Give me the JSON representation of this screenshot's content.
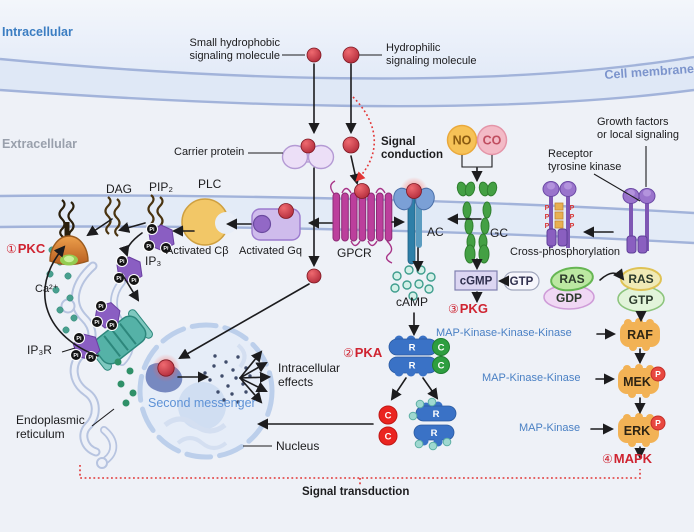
{
  "labels": {
    "intracellular": "Intracellular",
    "extracellular": "Extracellular",
    "cell_membrane": "Cell membrane",
    "small_hydrophobic_line1": "Small hydrophobic",
    "small_hydrophobic_line2": "signaling molecule",
    "hydrophilic_line1": "Hydrophilic",
    "hydrophilic_line2": "signaling molecule",
    "carrier_protein": "Carrier protein",
    "signal_conduction_line1": "Signal",
    "signal_conduction_line2": "conduction",
    "no": "NO",
    "co": "CO",
    "growth_factors_line1": "Growth factors",
    "growth_factors_line2": "or local signaling",
    "receptor_tk_line1": "Receptor",
    "receptor_tk_line2": "tyrosine kinase",
    "cross_phosphorylation": "Cross-phosphorylation",
    "dag": "DAG",
    "pip2": "PIP₂",
    "plc": "PLC",
    "pkc_num": "①",
    "pkc": "PKC",
    "activated_cb": "Activated Cβ",
    "activated_gq": "Activated Gq",
    "gpcr": "GPCR",
    "ac": "AC",
    "gc": "GC",
    "ca": "Ca²⁺",
    "ip3": "IP₃",
    "ip3r": "IP₃R",
    "camp": "cAMP",
    "cgmp": "cGMP",
    "gtp": "GTP",
    "pkg_num": "③",
    "pkg": "PKG",
    "pka_num": "②",
    "pka": "PKA",
    "map_kkk": "MAP-Kinase-Kinase-Kinase",
    "map_kk": "MAP-Kinase-Kinase",
    "map_k": "MAP-Kinase",
    "ras": "RAS",
    "gdp": "GDP",
    "raf": "RAF",
    "mek": "MEK",
    "erk": "ERK",
    "mapk_num": "④",
    "mapk": "MAPK",
    "intracellular_effects_line1": "Intracellular",
    "intracellular_effects_line2": "effects",
    "second_messenger": "Second messenger",
    "nucleus": "Nucleus",
    "er_line1": "Endoplasmic",
    "er_line2": "reticulum",
    "signal_transduction": "Signal transduction",
    "subunit_r": "R",
    "subunit_c": "C",
    "phospho": "P",
    "pi": "Pi"
  },
  "colors": {
    "background": "#eef1f7",
    "membrane_line": "#a2b3da",
    "membrane_fill": "#dfe8f6",
    "blue_heading": "#3b7dc2",
    "gray_heading": "#99a0ac",
    "pathway_blue": "#4a80c4",
    "red_accent": "#cf2330",
    "red_dotted": "#e23535",
    "signal_dot": "#b02438",
    "gpcr_magenta": "#bc3f9c",
    "gc_green": "#44a044",
    "kinase_orange": "#f2b255",
    "pka_blue": "#3a72c6",
    "teal_calcium": "#48a08f"
  }
}
